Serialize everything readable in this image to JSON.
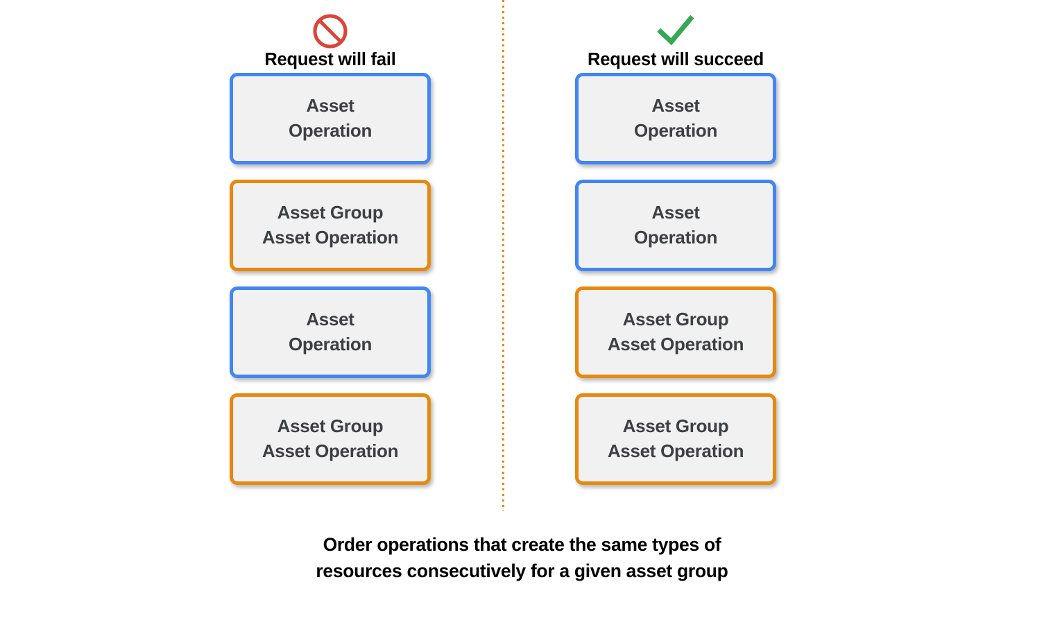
{
  "columns": [
    {
      "id": "fail",
      "icon": "prohibition-icon",
      "title": "Request will fail",
      "accent": "#DB4437",
      "cards": [
        {
          "label": "Asset\nOperation",
          "color": "blue"
        },
        {
          "label": "Asset Group\nAsset Operation",
          "color": "orange"
        },
        {
          "label": "Asset\nOperation",
          "color": "blue"
        },
        {
          "label": "Asset Group\nAsset Operation",
          "color": "orange"
        }
      ]
    },
    {
      "id": "succeed",
      "icon": "check-icon",
      "title": "Request will succeed",
      "accent": "#34A853",
      "cards": [
        {
          "label": "Asset\nOperation",
          "color": "blue"
        },
        {
          "label": "Asset\nOperation",
          "color": "blue"
        },
        {
          "label": "Asset Group\nAsset Operation",
          "color": "orange"
        },
        {
          "label": "Asset Group\nAsset Operation",
          "color": "orange"
        }
      ]
    }
  ],
  "caption": "Order operations that create the same types of\nresources consecutively for a given asset group",
  "colors": {
    "blue_border": "#4285F4",
    "orange_border": "#E8880C",
    "card_fill": "#F1F1F1",
    "card_text": "#3C4043",
    "fail_icon": "#DB4437",
    "success_icon": "#34A853",
    "divider": "#E8880C",
    "background": "#FFFFFF"
  }
}
